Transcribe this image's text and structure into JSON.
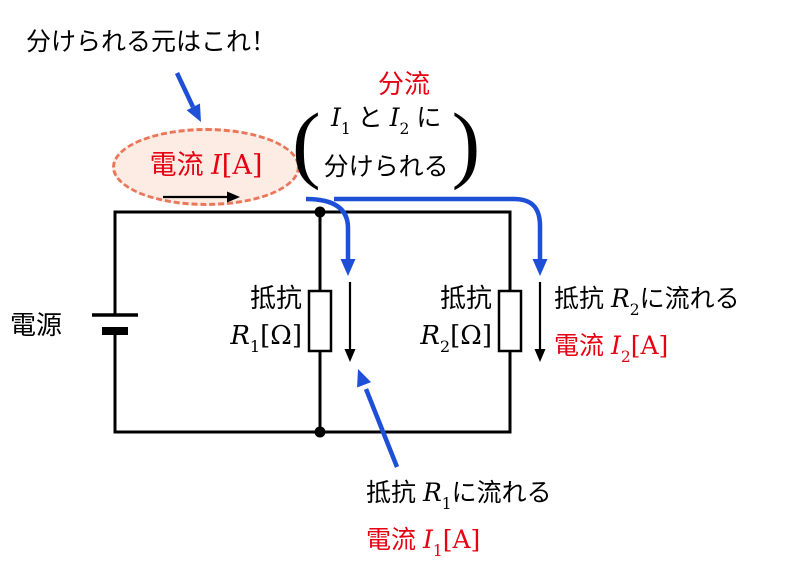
{
  "colors": {
    "red": "#e60012",
    "blue": "#1d4fd7",
    "black": "#000000",
    "ellipse_fill": "#fdece4",
    "ellipse_border": "#e9775b"
  },
  "origin_note": {
    "text": "分けられる元はこれ！"
  },
  "split": {
    "title": "分流",
    "open_paren": "(",
    "close_paren": ")",
    "line1": {
      "v1": "I",
      "s1": "1",
      "mid": " と ",
      "v2": "I",
      "s2": "2",
      "end": " に"
    },
    "line2": "分けられる"
  },
  "source_current": {
    "pre": "電流 ",
    "var": "I",
    "unit": "[A]"
  },
  "power": {
    "label": "電源"
  },
  "r1": {
    "line1": "抵抗",
    "var": "R",
    "sub": "1",
    "unit": "[Ω]"
  },
  "r2": {
    "line1": "抵抗",
    "var": "R",
    "sub": "2",
    "unit": "[Ω]"
  },
  "i2_note": {
    "line1": {
      "pre": "抵抗 ",
      "var": "R",
      "sub": "2",
      "post": "に流れる"
    },
    "line2": {
      "pre": "電流 ",
      "var": "I",
      "sub": "2",
      "unit": "[A]"
    }
  },
  "i1_note": {
    "line1": {
      "pre": "抵抗 ",
      "var": "R",
      "sub": "1",
      "post": "に流れる"
    },
    "line2": {
      "pre": "電流 ",
      "var": "I",
      "sub": "1",
      "unit": "[A]"
    }
  }
}
